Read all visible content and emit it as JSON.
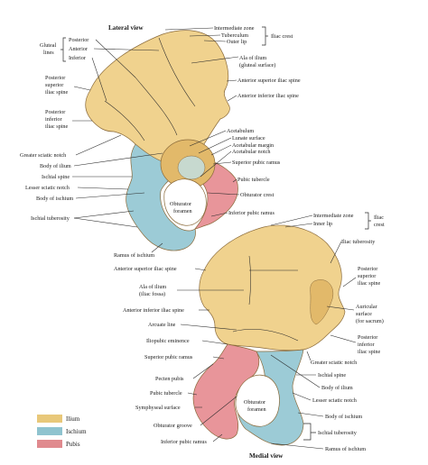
{
  "views": {
    "lateral": "Lateral view",
    "medial": "Medial view"
  },
  "legend": [
    {
      "label": "Ilium",
      "color": "#e8c87a"
    },
    {
      "label": "Ischium",
      "color": "#8fc3cf"
    },
    {
      "label": "Pubis",
      "color": "#e08a8e"
    }
  ],
  "colors": {
    "ilium": "#f0d28e",
    "ischium": "#9ccbd6",
    "pubis": "#e8959a",
    "outline": "#8a6a3a"
  },
  "lateral_labels": {
    "intermediate_zone": "Intermediate zone",
    "tuberculum": "Tuberculum",
    "outer_lip": "Outer lip",
    "iliac_crest": "Iliac crest",
    "gluteal_lines": "Gluteal lines",
    "posterior": "Posterior",
    "anterior": "Anterior",
    "inferior": "Inferior",
    "ala_of_ilium": "Ala of ilium",
    "gluteal_surface": "(gluteal surface)",
    "post_sup_iliac_spine_1": "Posterior",
    "post_sup_iliac_spine_2": "superior",
    "post_sup_iliac_spine_3": "iliac spine",
    "ant_sup_iliac_spine": "Anterior superior iliac spine",
    "ant_inf_iliac_spine": "Anterior inferior iliac spine",
    "post_inf_iliac_spine_1": "Posterior",
    "post_inf_iliac_spine_2": "inferior",
    "post_inf_iliac_spine_3": "iliac spine",
    "acetabulum": "Acetabulum",
    "lunate_surface": "Lunate surface",
    "acetabular_margin": "Acetabular margin",
    "acetabular_notch": "Acetabular notch",
    "greater_sciatic_notch": "Greater sciatic notch",
    "body_of_ilium": "Body of ilium",
    "ischial_spine": "Ischial spine",
    "lesser_sciatic_notch": "Lesser sciatic notch",
    "body_of_ischium": "Body of ischium",
    "ischial_tuberosity": "Ischial tuberosity",
    "superior_pubic_ramus": "Superior pubic ramus",
    "pubic_tubercle": "Pubic tubercle",
    "obturator_crest": "Obturator crest",
    "obturator_foramen_1": "Obturator",
    "obturator_foramen_2": "foramen",
    "inferior_pubic_ramus": "Inferior pubic ramus",
    "ramus_of_ischium": "Ramus of ischium"
  },
  "medial_labels": {
    "intermediate_zone": "Intermediate zone",
    "inner_lip": "Inner lip",
    "iliac_crest_1": "Iliac",
    "iliac_crest_2": "crest",
    "iliac_tuberosity": "Iliac tuberosity",
    "ant_sup_iliac_spine": "Anterior superior iliac spine",
    "post_sup_iliac_spine_1": "Posterior",
    "post_sup_iliac_spine_2": "superior",
    "post_sup_iliac_spine_3": "iliac spine",
    "ala_of_ilium": "Ala of ilium",
    "iliac_fossa": "(iliac fossa)",
    "auricular_surface_1": "Auricular",
    "auricular_surface_2": "surface",
    "auricular_surface_3": "(for sacrum)",
    "ant_inf_iliac_spine": "Anterior inferior iliac spine",
    "arcuate_line": "Arcuate line",
    "post_inf_iliac_spine_1": "Posterior",
    "post_inf_iliac_spine_2": "inferior",
    "post_inf_iliac_spine_3": "iliac spine",
    "iliopubic_eminence": "Iliopubic eminence",
    "greater_sciatic_notch": "Greater sciatic notch",
    "superior_pubic_ramus": "Superior pubic ramus",
    "ischial_spine": "Ischial spine",
    "pecten_pubis": "Pecten pubis",
    "body_of_ilium": "Body of ilium",
    "pubic_tubercle": "Pubic tubercle",
    "lesser_sciatic_notch": "Lesser sciatic notch",
    "symphyseal_surface": "Symphyseal surface",
    "obturator_foramen_1": "Obturator",
    "obturator_foramen_2": "foramen",
    "body_of_ischium": "Body of ischium",
    "obturator_groove": "Obturator groove",
    "ischial_tuberosity": "Ischial tuberosity",
    "inferior_pubic_ramus": "Inferior pubic ramus",
    "ramus_of_ischium": "Ramus of ischium"
  }
}
